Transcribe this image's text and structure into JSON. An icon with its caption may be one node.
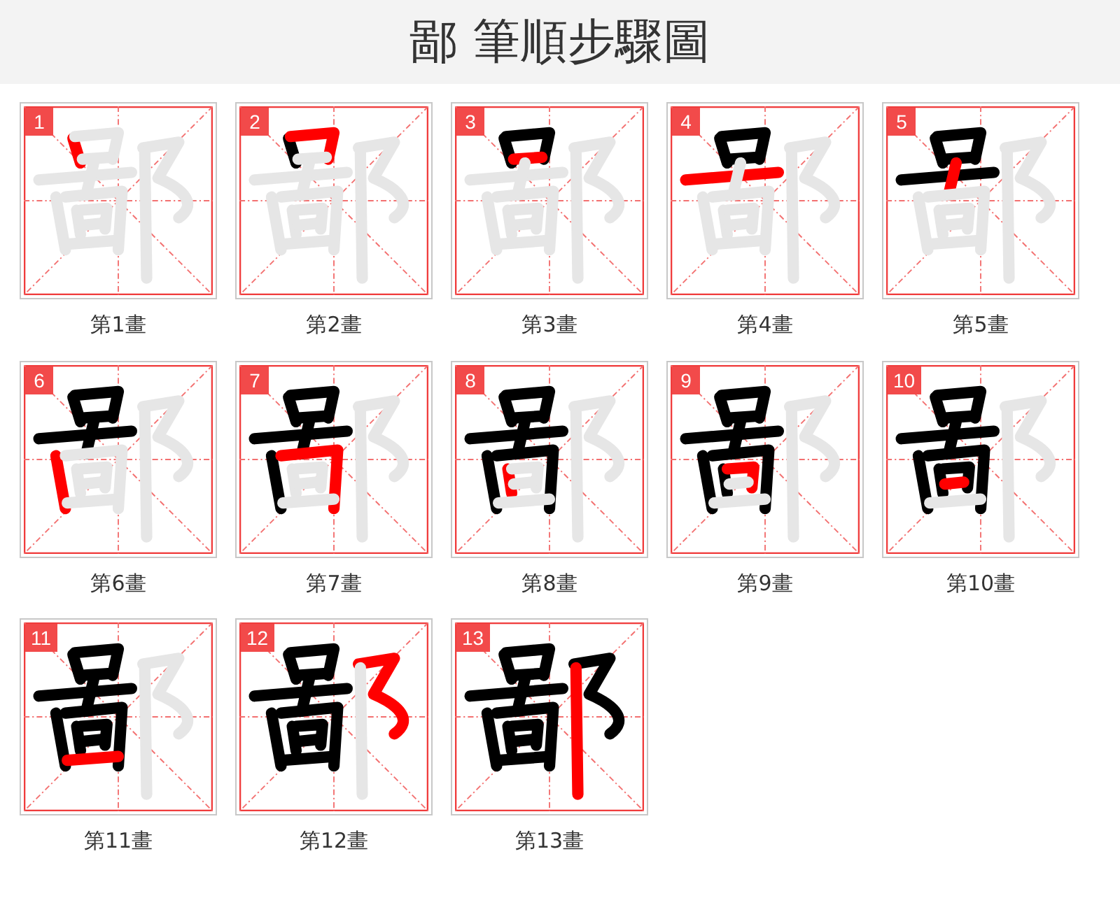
{
  "diagram": {
    "title": "鄙 筆順步驟圖",
    "nodes": [
      {
        "text": [
          "1"
        ],
        "beside": [
          "第1畫"
        ]
      },
      {
        "text": [
          "2"
        ],
        "beside": [
          "第2畫"
        ]
      },
      {
        "text": [
          "3"
        ],
        "beside": [
          "第3畫"
        ]
      },
      {
        "text": [
          "4"
        ],
        "beside": [
          "第4畫"
        ]
      },
      {
        "text": [
          "5"
        ],
        "beside": [
          "第5畫"
        ]
      },
      {
        "text": [
          "6"
        ],
        "beside": [
          "第6畫"
        ]
      },
      {
        "text": [
          "7"
        ],
        "beside": [
          "第7畫"
        ]
      },
      {
        "text": [
          "8"
        ],
        "beside": [
          "第8畫"
        ]
      },
      {
        "text": [
          "9"
        ],
        "beside": [
          "第9畫"
        ]
      },
      {
        "text": [
          "10"
        ],
        "beside": [
          "第10畫"
        ]
      },
      {
        "text": [
          "11"
        ],
        "beside": [
          "第11畫"
        ]
      },
      {
        "text": [
          "12"
        ],
        "beside": [
          "第12畫"
        ]
      },
      {
        "text": [
          "13"
        ],
        "beside": [
          "第13畫"
        ]
      }
    ]
  }
}
